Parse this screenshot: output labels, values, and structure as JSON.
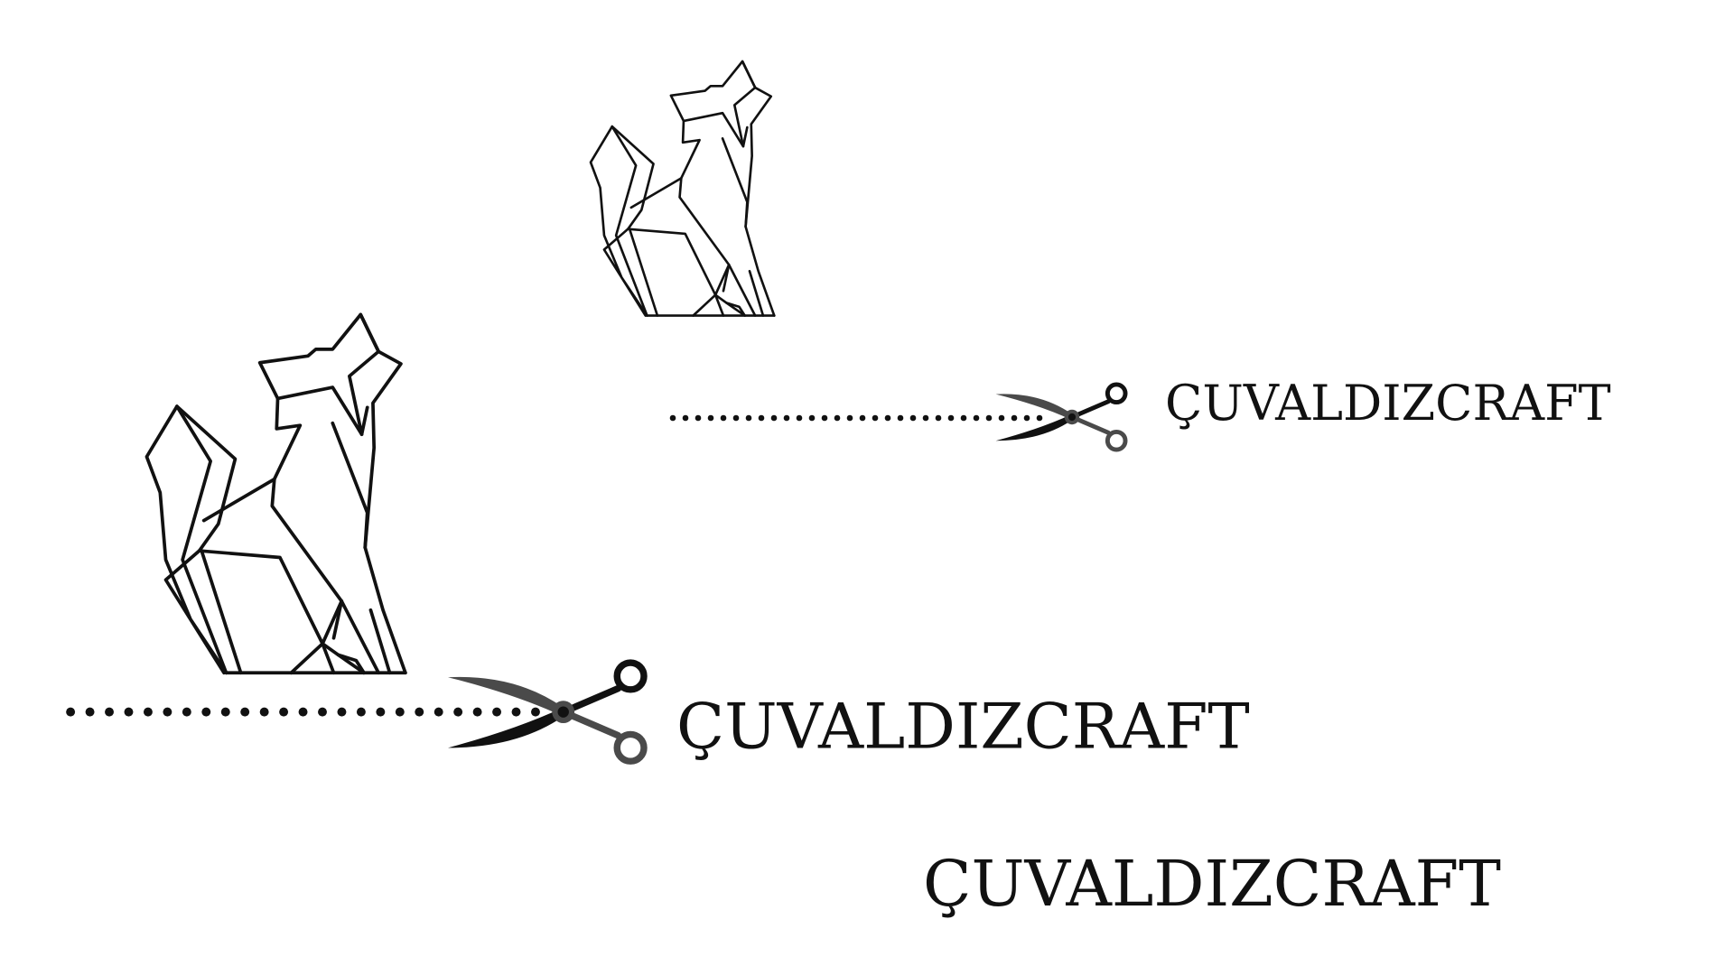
{
  "brand": {
    "name_large": "ÇUVALDIZCRAFT",
    "name_small": "ÇUVALDIZCRAFT",
    "name_standalone": "ÇUVALDIZCRAFT"
  },
  "icons": {
    "cat": "geometric-cat-icon",
    "scissors": "scissors-icon",
    "cut_line": "dotted-cut-line"
  },
  "colors": {
    "ink": "#111111",
    "blade_dark": "#111111",
    "blade_grey": "#4a4a4a",
    "background": "#ffffff"
  }
}
